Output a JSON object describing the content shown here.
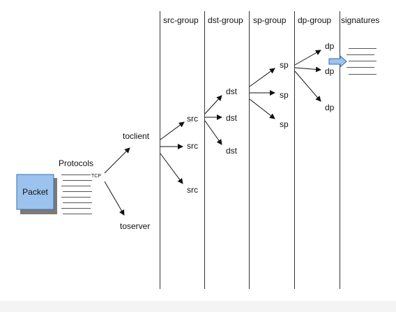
{
  "headers": {
    "src_group": "src-group",
    "dst_group": "dst-group",
    "sp_group": "sp-group",
    "dp_group": "dp-group",
    "signatures": "signatures"
  },
  "packet": {
    "label": "Packet",
    "color": "#9cc3ee"
  },
  "protocols": {
    "label": "Protocols",
    "tcp": "TCP"
  },
  "direction": {
    "toclient": "toclient",
    "toserver": "toserver"
  },
  "src_nodes": [
    "src",
    "src",
    "src"
  ],
  "dst_nodes": [
    "dst",
    "dst",
    "dst"
  ],
  "sp_nodes": [
    "sp",
    "sp",
    "sp"
  ],
  "dp_nodes": [
    "dp",
    "dp",
    "dp"
  ],
  "colors": {
    "line": "#333333",
    "arrow_fill": "#9cc3ee",
    "arrow_stroke": "#3a6ea5",
    "shadow": "#7a7a7a",
    "list_line": "#555555"
  }
}
